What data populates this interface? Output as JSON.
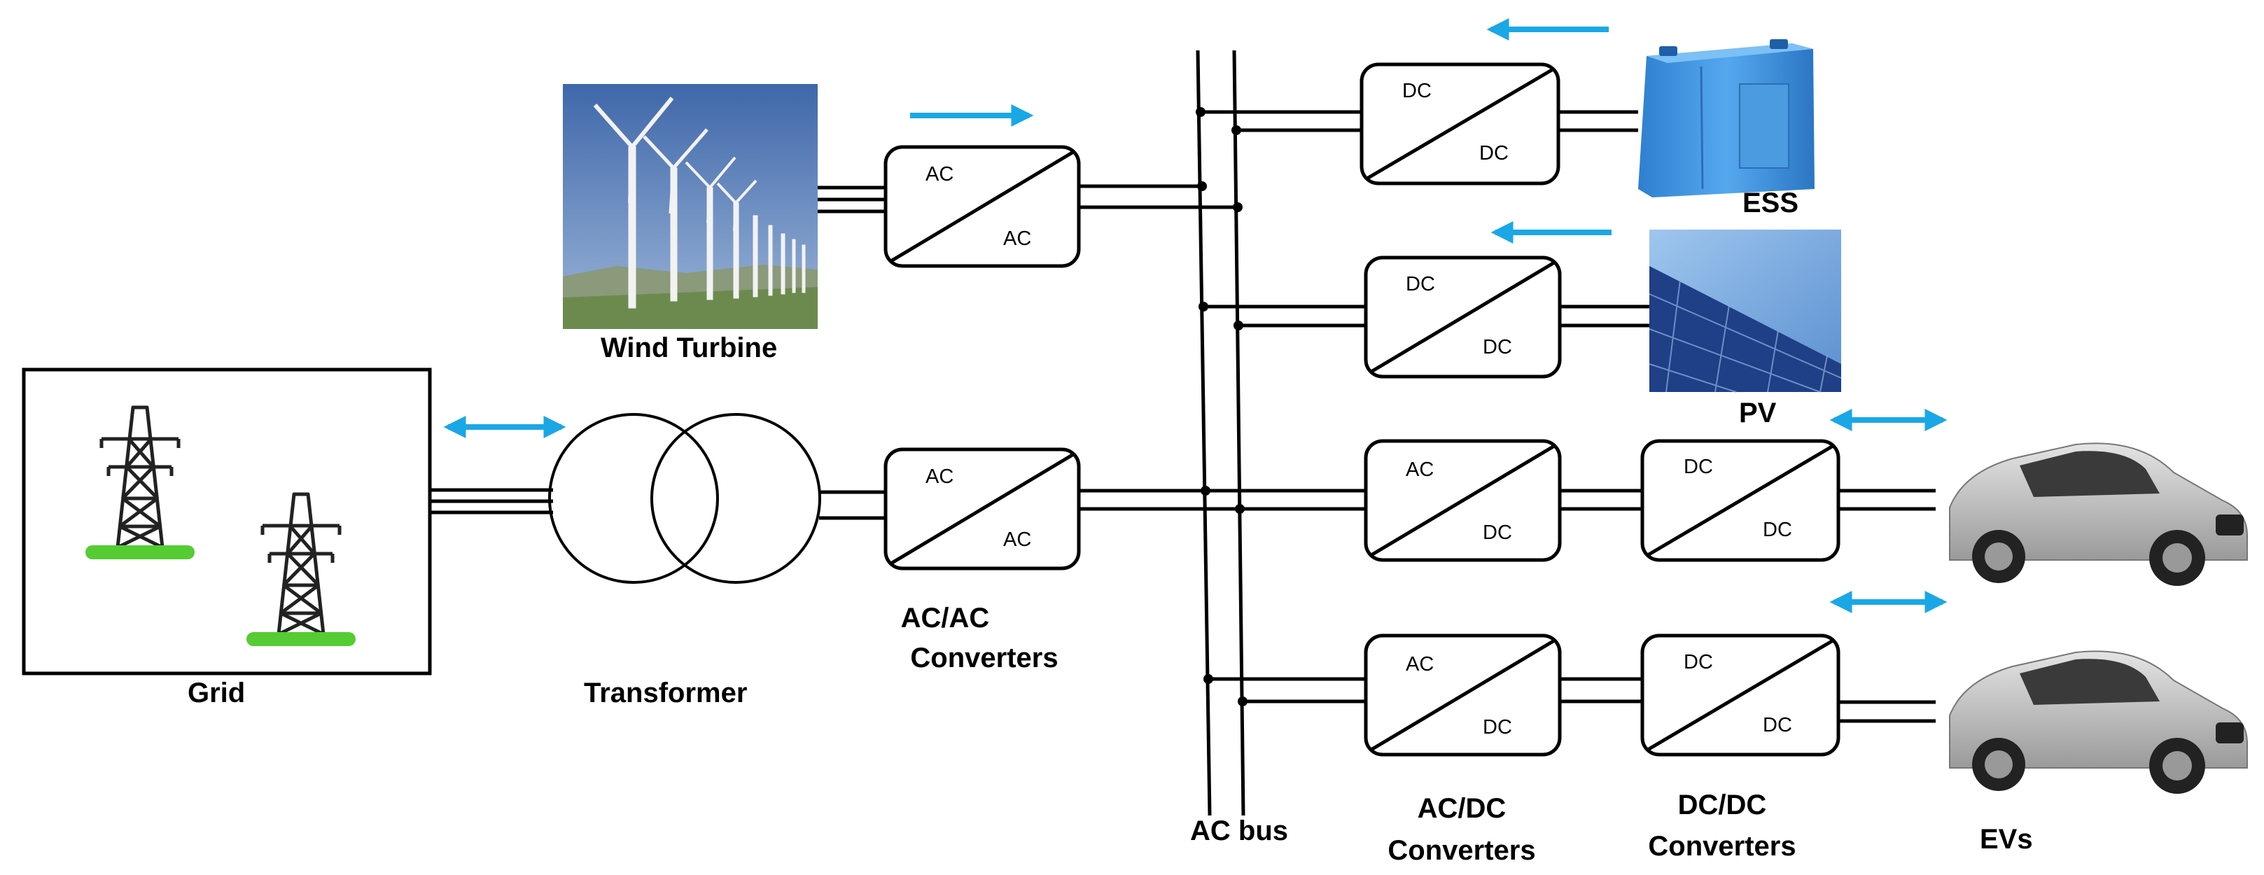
{
  "labels": {
    "wind_turbine": "Wind Turbine",
    "grid": "Grid",
    "transformer": "Transformer",
    "ac_ac_converters": [
      "AC/AC",
      "Converters"
    ],
    "ac_bus": "AC bus",
    "ac_dc_converters": [
      "AC/DC",
      "Converters"
    ],
    "dc_dc_converters": [
      "DC/DC",
      "Converters"
    ],
    "evs": "EVs",
    "ess": "ESS",
    "pv": "PV"
  },
  "converters": {
    "wind_ac_ac": {
      "top": "AC",
      "bottom": "AC"
    },
    "grid_ac_ac": {
      "top": "AC",
      "bottom": "AC"
    },
    "ess_dc_dc": {
      "top": "DC",
      "bottom": "DC"
    },
    "pv_dc_dc": {
      "top": "DC",
      "bottom": "DC"
    },
    "ev1_ac_dc": {
      "top": "AC",
      "bottom": "DC"
    },
    "ev1_dc_dc": {
      "top": "DC",
      "bottom": "DC"
    },
    "ev2_ac_dc": {
      "top": "AC",
      "bottom": "DC"
    },
    "ev2_dc_dc": {
      "top": "DC",
      "bottom": "DC"
    }
  },
  "colors": {
    "flow_arrow": "#1aa7e6",
    "line": "#000000",
    "tower_base": "#55cc33",
    "battery": "#3a8fd8",
    "sky": "#4f78b6",
    "pv_panel": "#1f3f86",
    "car_body": "#bdbdbd"
  },
  "flow_arrows": {
    "wind": "right",
    "ess": "left",
    "pv": "left",
    "grid": "bidirectional",
    "ev_1": "bidirectional",
    "ev_2": "bidirectional"
  }
}
